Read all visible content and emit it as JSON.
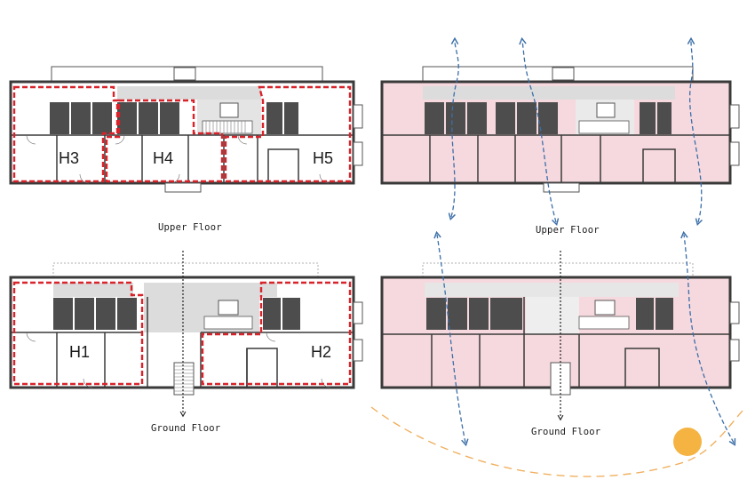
{
  "labels": {
    "upper_floor_left": "Upper Floor",
    "ground_floor_left": "Ground Floor",
    "upper_floor_right": "Upper Floor",
    "ground_floor_right": "Ground Floor"
  },
  "units": {
    "h1": "H1",
    "h2": "H2",
    "h3": "H3",
    "h4": "H4",
    "h5": "H5"
  },
  "colors": {
    "wall": "#3a3a3a",
    "wardrobe": "#4d4d4d",
    "corridor": "#dcdcdc",
    "unit_outline": "#d8232a",
    "room_fill": "#f6d9de",
    "airflow": "#3b6ea8",
    "sun": "#f5b342",
    "sun_path": "#f0b060",
    "axis": "#222222"
  },
  "icons": {
    "sun": "sun-icon",
    "airflow": "airflow-arrow-icon",
    "entrance": "entrance-stair-icon"
  }
}
